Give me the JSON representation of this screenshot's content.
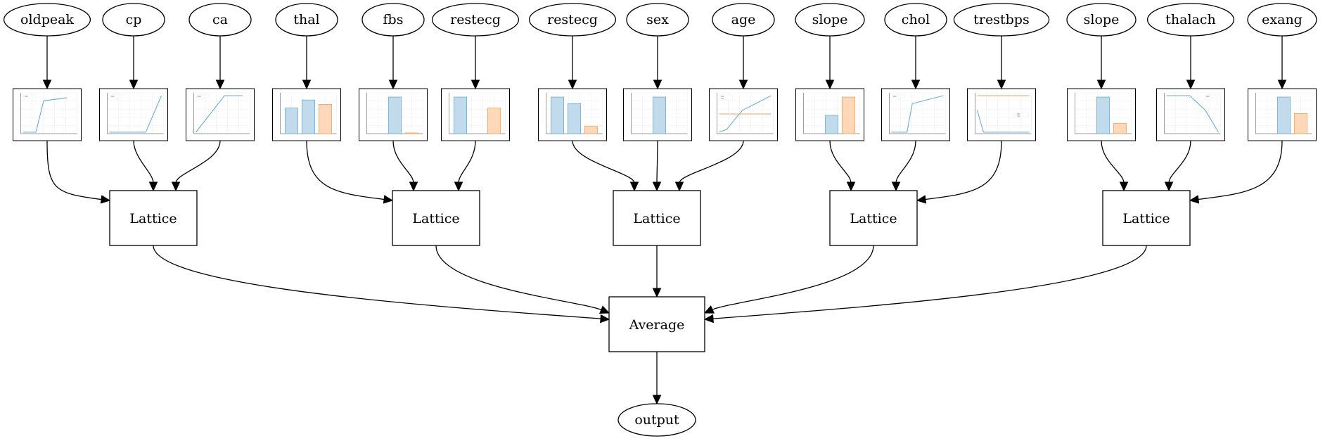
{
  "features": [
    {
      "label": "oldpeak",
      "plot": {
        "kind": "line",
        "series": [
          [
            0,
            0.0
          ],
          [
            0.25,
            0.0
          ],
          [
            0.4,
            0.86
          ],
          [
            0.85,
            0.94
          ]
        ],
        "legend": true
      }
    },
    {
      "label": "cp",
      "plot": {
        "kind": "line",
        "series": [
          [
            0,
            0.0
          ],
          [
            0.7,
            0.0
          ],
          [
            1.0,
            1.0
          ]
        ],
        "legend": true
      }
    },
    {
      "label": "ca",
      "plot": {
        "kind": "line",
        "series": [
          [
            0,
            0.0
          ],
          [
            0.55,
            1.0
          ],
          [
            0.9,
            1.0
          ]
        ],
        "legend": true
      }
    },
    {
      "label": "thal",
      "plot": {
        "kind": "bar",
        "bars": [
          {
            "v": 0.7,
            "c": "blue"
          },
          {
            "v": 0.92,
            "c": "blue"
          },
          {
            "v": 0.8,
            "c": "orange"
          }
        ]
      }
    },
    {
      "label": "fbs",
      "plot": {
        "kind": "bar",
        "bars": [
          {
            "v": 0.0,
            "c": "none"
          },
          {
            "v": 1.0,
            "c": "blue"
          },
          {
            "v": 0.02,
            "c": "orange"
          }
        ]
      }
    },
    {
      "label": "restecg",
      "plot": {
        "kind": "bar",
        "bars": [
          {
            "v": 1.0,
            "c": "blue"
          },
          {
            "v": 0.0,
            "c": "none"
          },
          {
            "v": 0.7,
            "c": "orange"
          }
        ]
      }
    },
    {
      "label": "restecg",
      "plot": {
        "kind": "bar",
        "bars": [
          {
            "v": 1.0,
            "c": "blue"
          },
          {
            "v": 0.82,
            "c": "blue"
          },
          {
            "v": 0.2,
            "c": "orange"
          }
        ]
      }
    },
    {
      "label": "sex",
      "plot": {
        "kind": "bar",
        "bars": [
          {
            "v": 0.0,
            "c": "none"
          },
          {
            "v": 1.0,
            "c": "blue"
          },
          {
            "v": 0.0,
            "c": "none"
          }
        ]
      }
    },
    {
      "label": "age",
      "plot": {
        "kind": "line2",
        "series": [
          [
            0,
            0.0
          ],
          [
            0.15,
            0.08
          ],
          [
            0.3,
            0.35
          ],
          [
            0.45,
            0.6
          ],
          [
            1.0,
            1.0
          ]
        ],
        "series2": [
          [
            0,
            0.5
          ],
          [
            1.0,
            0.5
          ]
        ],
        "legend": true
      }
    },
    {
      "label": "slope",
      "plot": {
        "kind": "bar",
        "bars": [
          {
            "v": 0.0,
            "c": "none"
          },
          {
            "v": 0.5,
            "c": "blue"
          },
          {
            "v": 1.0,
            "c": "orange"
          }
        ]
      }
    },
    {
      "label": "chol",
      "plot": {
        "kind": "line",
        "series": [
          [
            0,
            0.0
          ],
          [
            0.3,
            0.0
          ],
          [
            0.4,
            0.78
          ],
          [
            1.0,
            1.0
          ]
        ],
        "legend": true
      }
    },
    {
      "label": "trestbps",
      "plot": {
        "kind": "line2",
        "series": [
          [
            0,
            0.6
          ],
          [
            0.12,
            0.0
          ],
          [
            1.0,
            0.0
          ]
        ],
        "series2": [
          [
            0,
            1.0
          ],
          [
            1.0,
            1.0
          ]
        ],
        "legend": true
      }
    },
    {
      "label": "slope",
      "plot": {
        "kind": "bar",
        "bars": [
          {
            "v": 0.0,
            "c": "none"
          },
          {
            "v": 1.0,
            "c": "blue"
          },
          {
            "v": 0.28,
            "c": "orange"
          }
        ]
      }
    },
    {
      "label": "thalach",
      "plot": {
        "kind": "line",
        "series": [
          [
            0,
            1.0
          ],
          [
            0.45,
            1.0
          ],
          [
            0.75,
            0.6
          ],
          [
            1.0,
            0.0
          ]
        ],
        "legend": true
      }
    },
    {
      "label": "exang",
      "plot": {
        "kind": "bar",
        "bars": [
          {
            "v": 0.0,
            "c": "none"
          },
          {
            "v": 1.0,
            "c": "blue"
          },
          {
            "v": 0.55,
            "c": "orange"
          }
        ]
      }
    }
  ],
  "lattices": [
    {
      "label": "Lattice"
    },
    {
      "label": "Lattice"
    },
    {
      "label": "Lattice"
    },
    {
      "label": "Lattice"
    },
    {
      "label": "Lattice"
    }
  ],
  "average": {
    "label": "Average"
  },
  "output": {
    "label": "output"
  }
}
